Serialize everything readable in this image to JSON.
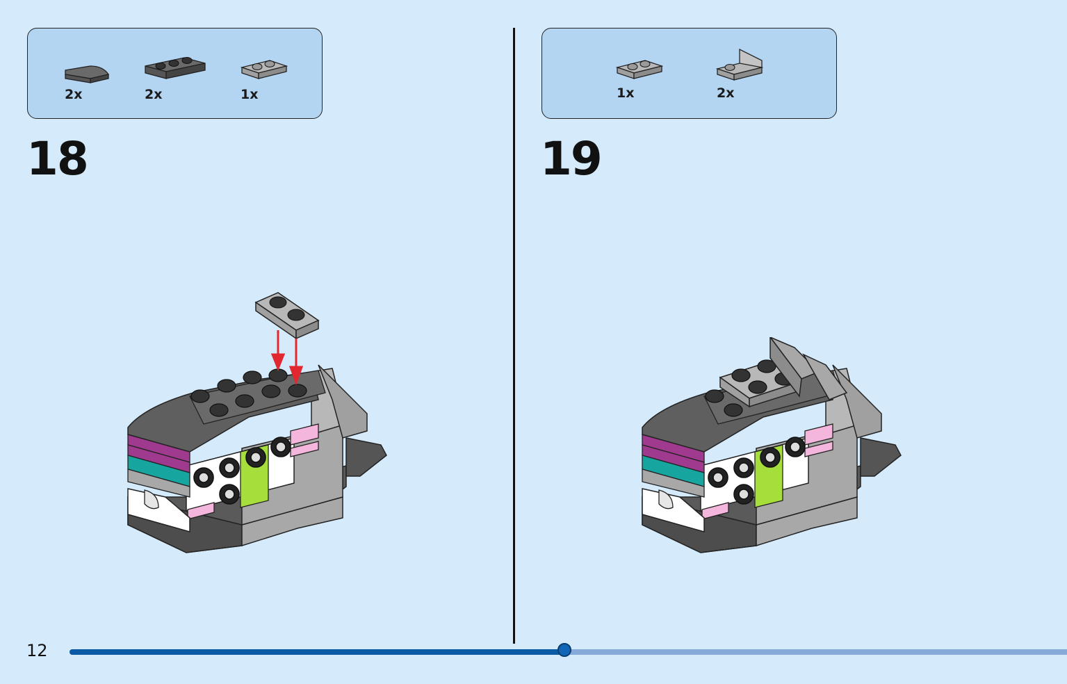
{
  "page": {
    "number": "12",
    "progress_fraction": 0.496
  },
  "steps": [
    {
      "number": "18",
      "parts": [
        {
          "icon": "curved-slope-dark-gray-icon",
          "qty": "2x"
        },
        {
          "icon": "plate-1x3-dark-gray-icon",
          "qty": "2x"
        },
        {
          "icon": "plate-1x2-light-gray-icon",
          "qty": "1x"
        }
      ]
    },
    {
      "number": "19",
      "parts": [
        {
          "icon": "plate-1x2-light-gray-icon",
          "qty": "1x"
        },
        {
          "icon": "bracket-plate-light-gray-icon",
          "qty": "2x"
        }
      ]
    }
  ],
  "colors": {
    "background": "#d5ebfb",
    "parts_box": "#b3d5f2",
    "dark_gray": "#5a5a5a",
    "light_gray": "#a8a8a8",
    "magenta": "#a03a8e",
    "teal": "#17a5a0",
    "pink": "#f5b6dd",
    "lime": "#a6df3c",
    "arrow_red": "#e0282e",
    "progress_fill": "#0b5aa6",
    "progress_track": "#86a9d8"
  }
}
